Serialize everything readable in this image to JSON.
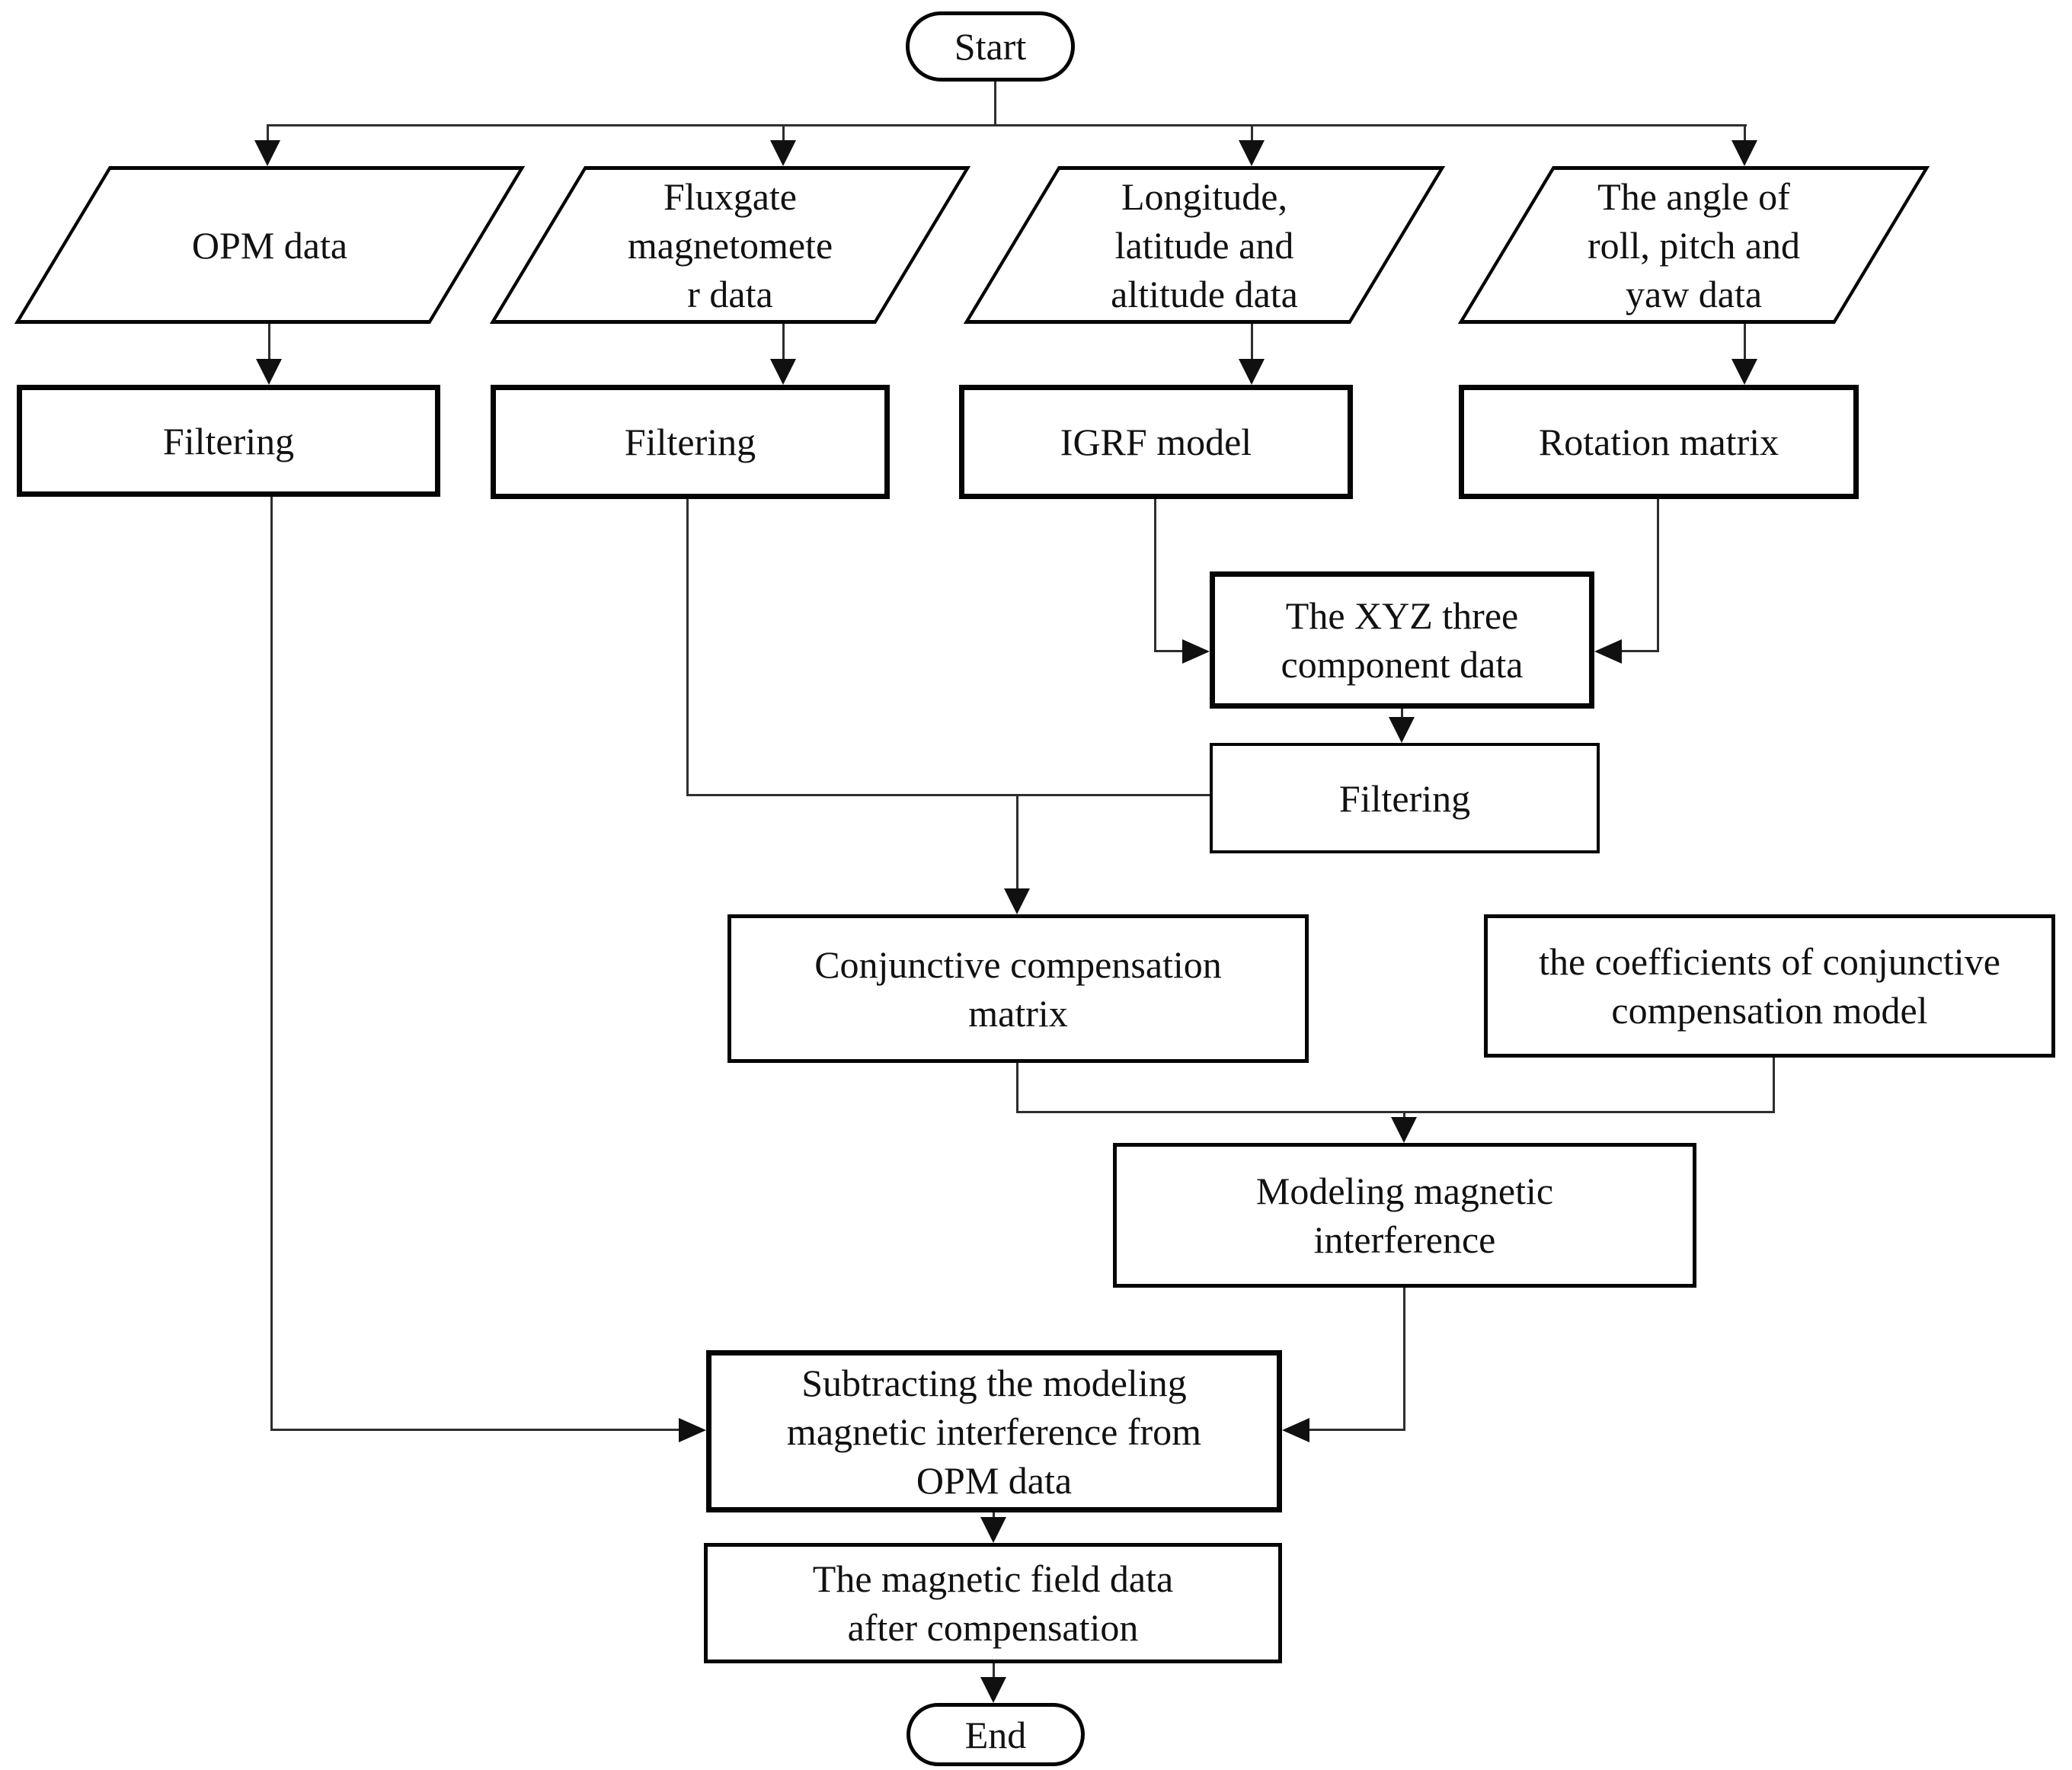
{
  "diagram": {
    "type": "flowchart",
    "colors": {
      "background": "#ffffff",
      "node_fill": "#ffffff",
      "stroke": "#050505",
      "connector": "#2e2e2e",
      "text": "#111111"
    },
    "nodes": {
      "start": {
        "label": "Start",
        "type": "terminator"
      },
      "opm_data": {
        "label": "OPM data",
        "type": "input-parallelogram"
      },
      "fluxgate_data": {
        "label": "Fluxgate\nmagnetomete\nr data",
        "type": "input-parallelogram"
      },
      "position_data": {
        "label": "Longitude,\nlatitude and\naltitude data",
        "type": "input-parallelogram"
      },
      "attitude_data": {
        "label": "The angle of\nroll, pitch and\nyaw data",
        "type": "input-parallelogram"
      },
      "filtering_opm": {
        "label": "Filtering",
        "type": "process"
      },
      "filtering_fluxgate": {
        "label": "Filtering",
        "type": "process"
      },
      "igrf_model": {
        "label": "IGRF model",
        "type": "process"
      },
      "rotation_matrix": {
        "label": "Rotation matrix",
        "type": "process"
      },
      "xyz_components": {
        "label": "The XYZ three\ncomponent data",
        "type": "process"
      },
      "filtering_xyz": {
        "label": "Filtering",
        "type": "process"
      },
      "conjunctive_matrix": {
        "label": "Conjunctive compensation\nmatrix",
        "type": "process"
      },
      "conjunctive_coefficients": {
        "label": "the coefficients of  conjunctive\ncompensation model",
        "type": "process"
      },
      "modeling_interference": {
        "label": "Modeling magnetic\ninterference",
        "type": "process"
      },
      "subtracting": {
        "label": "Subtracting the modeling\nmagnetic interference from\nOPM data",
        "type": "process"
      },
      "compensated_output": {
        "label": "The magnetic field data\nafter compensation",
        "type": "process"
      },
      "end": {
        "label": "End",
        "type": "terminator"
      }
    },
    "edges": [
      {
        "from": "start",
        "to": "opm_data"
      },
      {
        "from": "start",
        "to": "fluxgate_data"
      },
      {
        "from": "start",
        "to": "position_data"
      },
      {
        "from": "start",
        "to": "attitude_data"
      },
      {
        "from": "opm_data",
        "to": "filtering_opm"
      },
      {
        "from": "fluxgate_data",
        "to": "filtering_fluxgate"
      },
      {
        "from": "position_data",
        "to": "igrf_model"
      },
      {
        "from": "attitude_data",
        "to": "rotation_matrix"
      },
      {
        "from": "igrf_model",
        "to": "xyz_components"
      },
      {
        "from": "rotation_matrix",
        "to": "xyz_components"
      },
      {
        "from": "xyz_components",
        "to": "filtering_xyz"
      },
      {
        "from": "filtering_fluxgate",
        "to": "filtering_xyz"
      },
      {
        "from": "filtering_xyz",
        "to": "conjunctive_matrix"
      },
      {
        "from": "conjunctive_matrix",
        "to": "modeling_interference"
      },
      {
        "from": "conjunctive_coefficients",
        "to": "modeling_interference"
      },
      {
        "from": "modeling_interference",
        "to": "subtracting"
      },
      {
        "from": "filtering_opm",
        "to": "subtracting"
      },
      {
        "from": "subtracting",
        "to": "compensated_output"
      },
      {
        "from": "compensated_output",
        "to": "end"
      }
    ]
  }
}
